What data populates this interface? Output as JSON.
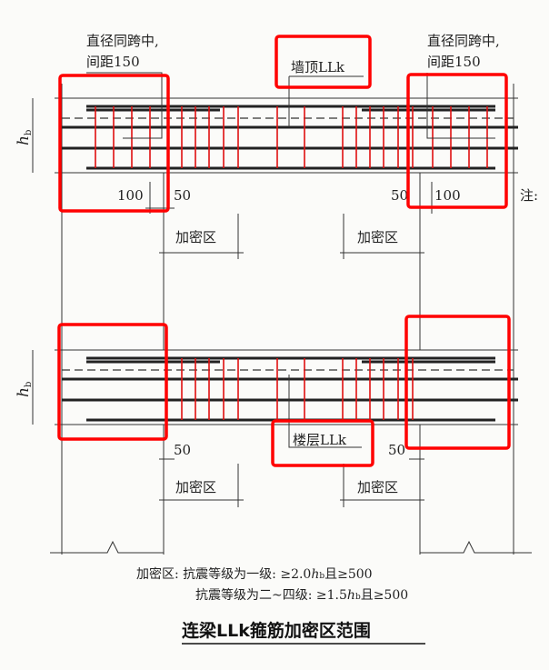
{
  "labels": {
    "left_note_line1": "直径同跨中,",
    "left_note_line2": "间距150",
    "right_note_line1": "直径同跨中,",
    "right_note_line2": "间距150",
    "top_beam": "墙顶LLk",
    "floor_beam": "楼层LLk",
    "dense_zone": "加密区",
    "dim_100": "100",
    "dim_50": "50",
    "hb": "h",
    "hb_sub": "b",
    "side_note": "注:"
  },
  "notes": {
    "line1_prefix": "加密区:",
    "line1": "抗震等级为一级:  ≥2.0",
    "line1_tail": "且≥500",
    "line2": "抗震等级为二~四级:  ≥1.5",
    "line2_tail": "且≥500"
  },
  "title": "连梁LLk箍筋加密区范围",
  "colors": {
    "highlight": "#ff0000",
    "stirrup": "#e01010"
  }
}
